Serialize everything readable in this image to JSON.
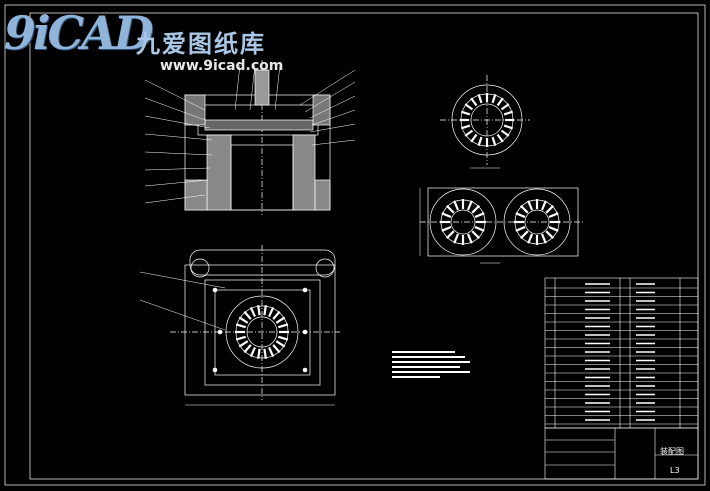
{
  "watermark": {
    "logo": "9iCAD",
    "brand": "九爱图纸库",
    "url": "www.9icad.com"
  },
  "title_block": {
    "drawing_name": "装配图",
    "drawing_code": "L3"
  },
  "colors": {
    "background": "#000000",
    "lines": "#ffffff",
    "watermark": "#8fb4d8"
  }
}
